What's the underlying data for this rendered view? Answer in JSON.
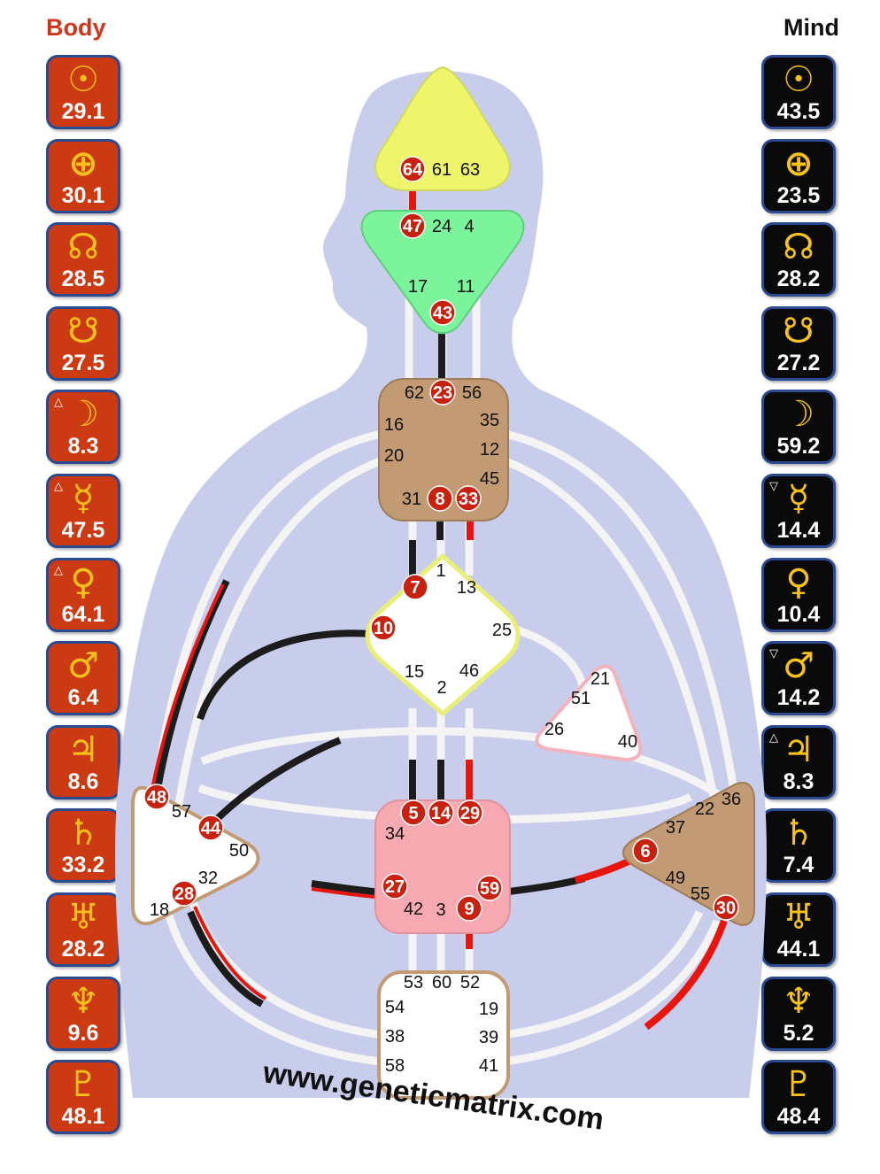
{
  "headers": {
    "body": "Body",
    "mind": "Mind"
  },
  "planets": [
    {
      "glyph": "☉",
      "body": "29.1",
      "body_mark": "",
      "mind": "43.5",
      "mind_mark": ""
    },
    {
      "glyph": "⊕",
      "body": "30.1",
      "body_mark": "",
      "mind": "23.5",
      "mind_mark": ""
    },
    {
      "glyph": "☊",
      "body": "28.5",
      "body_mark": "",
      "mind": "28.2",
      "mind_mark": ""
    },
    {
      "glyph": "☋",
      "body": "27.5",
      "body_mark": "",
      "mind": "27.2",
      "mind_mark": ""
    },
    {
      "glyph": "☽",
      "body": "8.3",
      "body_mark": "△",
      "mind": "59.2",
      "mind_mark": ""
    },
    {
      "glyph": "☿",
      "body": "47.5",
      "body_mark": "△",
      "mind": "14.4",
      "mind_mark": "▽"
    },
    {
      "glyph": "♀",
      "body": "64.1",
      "body_mark": "△",
      "mind": "10.4",
      "mind_mark": ""
    },
    {
      "glyph": "♂",
      "body": "6.4",
      "body_mark": "",
      "mind": "14.2",
      "mind_mark": "▽"
    },
    {
      "glyph": "♃",
      "body": "8.6",
      "body_mark": "",
      "mind": "8.3",
      "mind_mark": "△"
    },
    {
      "glyph": "♄",
      "body": "33.2",
      "body_mark": "",
      "mind": "7.4",
      "mind_mark": ""
    },
    {
      "glyph": "♅",
      "body": "28.2",
      "body_mark": "",
      "mind": "44.1",
      "mind_mark": ""
    },
    {
      "glyph": "♆",
      "body": "9.6",
      "body_mark": "",
      "mind": "5.2",
      "mind_mark": ""
    },
    {
      "glyph": "♇",
      "body": "48.1",
      "body_mark": "",
      "mind": "48.4",
      "mind_mark": ""
    }
  ],
  "centers": {
    "head": {
      "gates": [
        "64",
        "61",
        "63"
      ],
      "active": [
        "64"
      ]
    },
    "ajna": {
      "gates": [
        "47",
        "24",
        "4",
        "17",
        "11",
        "43"
      ],
      "active": [
        "47",
        "43"
      ]
    },
    "throat": {
      "gates": [
        "62",
        "23",
        "56",
        "16",
        "35",
        "20",
        "12",
        "45",
        "31",
        "8",
        "33"
      ],
      "active": [
        "23",
        "8",
        "33"
      ]
    },
    "g": {
      "gates": [
        "1",
        "7",
        "13",
        "10",
        "25",
        "15",
        "46",
        "2"
      ],
      "active": [
        "7",
        "10"
      ]
    },
    "ego": {
      "gates": [
        "21",
        "51",
        "26",
        "40"
      ],
      "active": []
    },
    "spleen": {
      "gates": [
        "48",
        "57",
        "44",
        "50",
        "32",
        "28",
        "18"
      ],
      "active": [
        "48",
        "44",
        "28"
      ]
    },
    "sacral": {
      "gates": [
        "5",
        "14",
        "29",
        "34",
        "27",
        "59",
        "42",
        "3",
        "9"
      ],
      "active": [
        "5",
        "14",
        "29",
        "27",
        "59",
        "9"
      ]
    },
    "solar": {
      "gates": [
        "36",
        "22",
        "37",
        "6",
        "49",
        "55",
        "30"
      ],
      "active": [
        "6",
        "30"
      ]
    },
    "root": {
      "gates": [
        "53",
        "60",
        "52",
        "54",
        "19",
        "38",
        "39",
        "58",
        "41"
      ],
      "active": []
    }
  },
  "website": "www.geneticmatrix.com",
  "colors": {
    "body": "#cc3a14",
    "mind": "#0a0a0a",
    "glyph": "#f6c21a",
    "border": "#2a4b92",
    "silhouette": "#c9cdec"
  }
}
